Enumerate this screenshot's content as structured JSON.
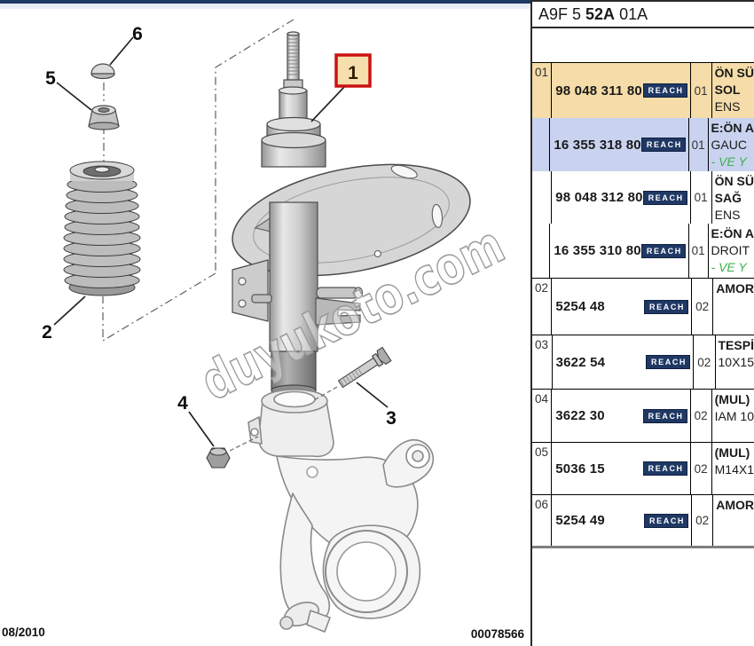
{
  "header": {
    "code_prefix": "A9F 5 ",
    "code_bold": "52A",
    "code_suffix": " 01A"
  },
  "footer": {
    "date": "08/2010",
    "doc_number": "00078566"
  },
  "watermark": "duyukoto.com",
  "reach_label": "REACH",
  "diagram": {
    "description": "exploded-front-suspension-strut",
    "callouts": {
      "c1": "1",
      "c2": "2",
      "c3": "3",
      "c4": "4",
      "c5": "5",
      "c6": "6"
    }
  },
  "colors": {
    "selected_row": "#F5DCA8",
    "alternate_row": "#C9D3F0",
    "reach_badge": "#1F3864",
    "highlight_box_border": "#CC1111",
    "note_green": "#3BB24A",
    "top_bar": "#1E3A64"
  },
  "table": {
    "groups": [
      {
        "item": "01",
        "rows": [
          {
            "part": "98 048 311 80",
            "qty": "01",
            "bg": "orange",
            "desc_lines": [
              {
                "t": "ÖN SÜ",
                "b": true
              },
              {
                "t": "SOL",
                "b": true
              },
              {
                "t": "ENS"
              }
            ]
          },
          {
            "part": "16 355 318 80",
            "qty": "01",
            "bg": "blue",
            "desc_lines": [
              {
                "t": "E:ÖN A",
                "b": true
              },
              {
                "t": "GAUC"
              },
              {
                "t": "- VE Y",
                "green": true
              }
            ]
          },
          {
            "part": "98 048 312 80",
            "qty": "01",
            "desc_lines": [
              {
                "t": "ÖN SÜ",
                "b": true
              },
              {
                "t": "SAĞ",
                "b": true
              },
              {
                "t": "ENS"
              }
            ]
          },
          {
            "part": "16 355 310 80",
            "qty": "01",
            "desc_lines": [
              {
                "t": "E:ÖN A",
                "b": true
              },
              {
                "t": "DROIT"
              },
              {
                "t": "- VE Y",
                "green": true
              }
            ]
          }
        ]
      },
      {
        "item": "02",
        "rows": [
          {
            "part": "5254 48",
            "qty": "02",
            "desc_lines": [
              {
                "t": "AMOR",
                "b": true
              }
            ]
          }
        ]
      },
      {
        "item": "03",
        "rows": [
          {
            "part": "3622 54",
            "qty": "02",
            "desc_lines": [
              {
                "t": "TESPİ",
                "b": true
              },
              {
                "t": "10X15"
              }
            ]
          }
        ]
      },
      {
        "item": "04",
        "rows": [
          {
            "part": "3622 30",
            "qty": "02",
            "desc_lines": [
              {
                "t": "(MUL)",
                "b": true
              },
              {
                "t": "IAM 10"
              }
            ]
          }
        ]
      },
      {
        "item": "05",
        "rows": [
          {
            "part": "5036 15",
            "qty": "02",
            "desc_lines": [
              {
                "t": "(MUL)",
                "b": true
              },
              {
                "t": "M14X1"
              }
            ]
          }
        ]
      },
      {
        "item": "06",
        "rows": [
          {
            "part": "5254 49",
            "qty": "02",
            "desc_lines": [
              {
                "t": "AMOR",
                "b": true
              }
            ]
          }
        ]
      }
    ]
  }
}
